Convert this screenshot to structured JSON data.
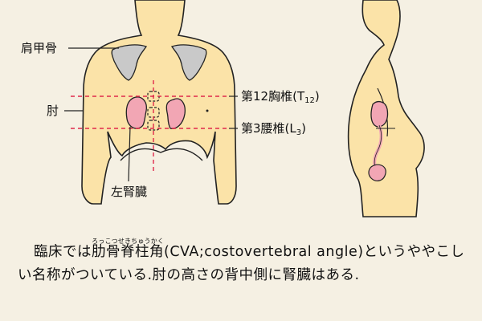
{
  "labels": {
    "scapula": "肩甲骨",
    "elbow": "肘",
    "left_kidney": "左腎臓",
    "t12": "第12胸椎(T",
    "t12_sub": "12",
    "t12_close": ")",
    "l3": "第3腰椎(L",
    "l3_sub": "3",
    "l3_close": ")"
  },
  "caption": {
    "prefix": "臨床では",
    "term": "肋骨脊柱角",
    "ruby": "ろっこつせきちゅうかく",
    "paren": "(CVA;costovertebral angle)という",
    "rest": "ややこしい名称がついている.肘の高さの背中側に腎臓はある."
  },
  "colors": {
    "skin": "#fbe3a8",
    "outline": "#222222",
    "scapula": "#c9c9c9",
    "kidney": "#f2a6b4",
    "guide_line": "#e0294a",
    "background": "#f5f0e3"
  }
}
